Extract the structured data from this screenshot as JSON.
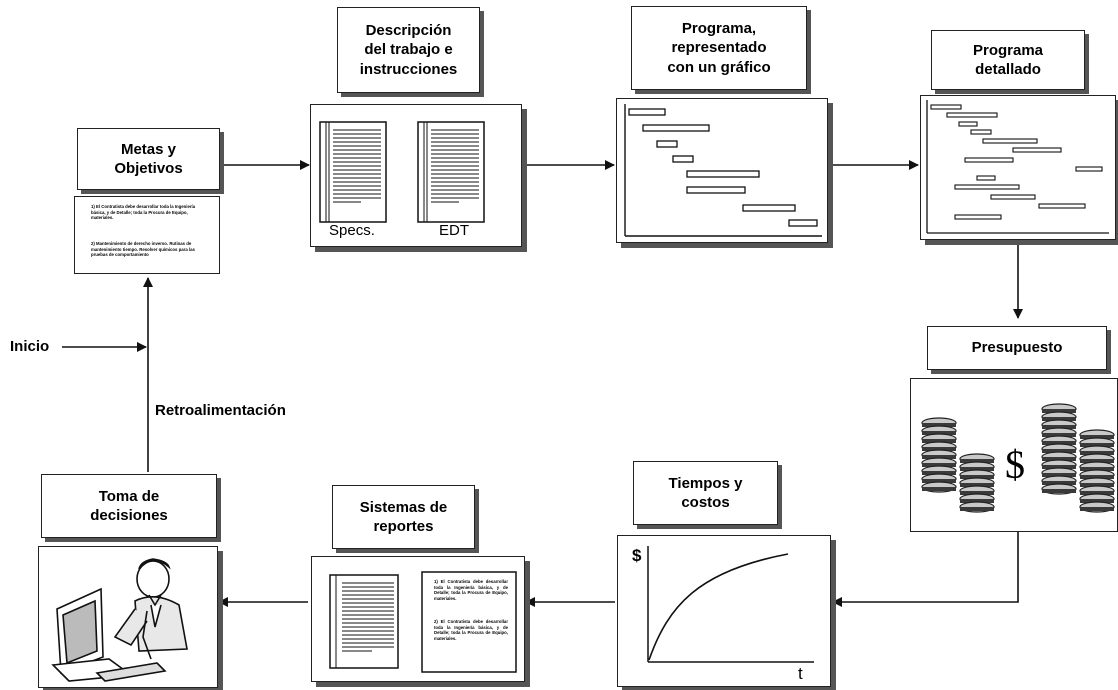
{
  "nodes": {
    "metas": {
      "label": "Metas y\nObjetivos",
      "note1": "1) El Contratista debe desarrollar toda la Ingeniería básica, y de Detalle; toda la Procura de Equipo, materiales.",
      "note2": "2) Mantenimiento de derecho inverso. Rutinas de mantenimiento tiempo. Resolver químicos para las pruebas de comportamiento"
    },
    "descripcion": {
      "label": "Descripción\ndel trabajo e\ninstrucciones",
      "doc_left": "Specs.",
      "doc_right": "EDT"
    },
    "programa_grafico": {
      "label": "Programa,\nrepresentado\ncon un gráfico"
    },
    "programa_detallado": {
      "label": "Programa\ndetallado"
    },
    "presupuesto": {
      "label": "Presupuesto",
      "currency_symbol": "$"
    },
    "tiempos": {
      "label": "Tiempos y\ncostos",
      "y_axis": "$",
      "x_axis": "t"
    },
    "sistemas": {
      "label": "Sistemas de\nreportes",
      "report1": "1) El Contratista debe desarrollar toda la Ingeniería básica, y de Detalle; toda la Procura de Equipo, materiales.",
      "report2": "2) El Contratista debe desarrollar toda la Ingeniería básica, y de Detalle; toda la Procura de Equipo, materiales."
    },
    "toma": {
      "label": "Toma de\ndecisiones"
    }
  },
  "labels": {
    "inicio": "Inicio",
    "retro": "Retroalimentación"
  },
  "colors": {
    "line": "#111111",
    "shadow": "#555555",
    "coin_dark": "#3a3a3a",
    "coin_light": "#c9c9c9"
  },
  "icons": [
    "document-icon",
    "gantt-chart-icon",
    "coin-stack-icon",
    "curve-chart-icon",
    "person-at-computer-icon"
  ]
}
